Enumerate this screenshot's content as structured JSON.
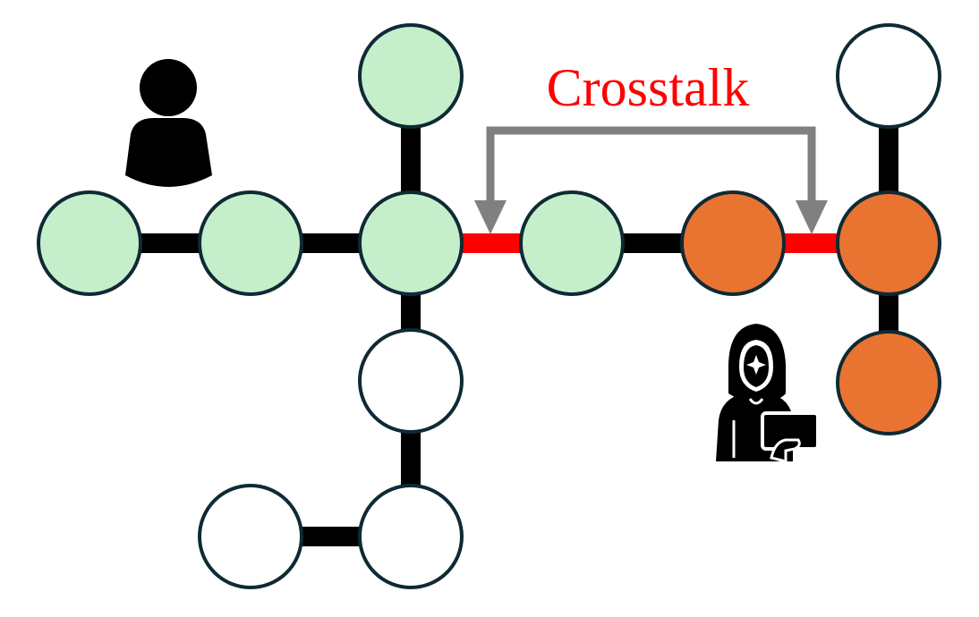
{
  "annotation": {
    "label": "Crosstalk",
    "label_color": "#ff0000",
    "arrow_color": "#808080",
    "arrow_icon": "bracket-double-arrow-down"
  },
  "colors": {
    "node_stroke": "#0f2a35",
    "node_user": "#c5efca",
    "node_attacker": "#e97432",
    "node_idle": "#ffffff",
    "edge_normal": "#000000",
    "edge_crosstalk": "#ff0000"
  },
  "nodes": [
    {
      "id": "n1",
      "role": "user"
    },
    {
      "id": "n2",
      "role": "user"
    },
    {
      "id": "n3",
      "role": "user"
    },
    {
      "id": "n4",
      "role": "user"
    },
    {
      "id": "n5",
      "role": "user"
    },
    {
      "id": "n6",
      "role": "attacker"
    },
    {
      "id": "n7",
      "role": "attacker"
    },
    {
      "id": "n8",
      "role": "idle"
    },
    {
      "id": "n9",
      "role": "attacker"
    },
    {
      "id": "n10",
      "role": "idle"
    },
    {
      "id": "n11",
      "role": "idle"
    },
    {
      "id": "n12",
      "role": "idle"
    }
  ],
  "edges": [
    {
      "id": "e1",
      "from": "n1",
      "to": "n2",
      "kind": "normal"
    },
    {
      "id": "e2",
      "from": "n2",
      "to": "n3",
      "kind": "normal"
    },
    {
      "id": "e3",
      "from": "n4",
      "to": "n3",
      "kind": "normal"
    },
    {
      "id": "e4",
      "from": "n3",
      "to": "n5",
      "kind": "crosstalk"
    },
    {
      "id": "e5",
      "from": "n5",
      "to": "n6",
      "kind": "normal"
    },
    {
      "id": "e6",
      "from": "n6",
      "to": "n7",
      "kind": "crosstalk"
    },
    {
      "id": "e7",
      "from": "n8",
      "to": "n7",
      "kind": "normal"
    },
    {
      "id": "e8",
      "from": "n7",
      "to": "n9",
      "kind": "normal"
    },
    {
      "id": "e9",
      "from": "n3",
      "to": "n10",
      "kind": "normal"
    },
    {
      "id": "e10",
      "from": "n10",
      "to": "n11",
      "kind": "normal"
    },
    {
      "id": "e11",
      "from": "n12",
      "to": "n11",
      "kind": "normal"
    }
  ],
  "icons": {
    "user": "user-icon",
    "attacker": "hooded-hacker-icon"
  }
}
